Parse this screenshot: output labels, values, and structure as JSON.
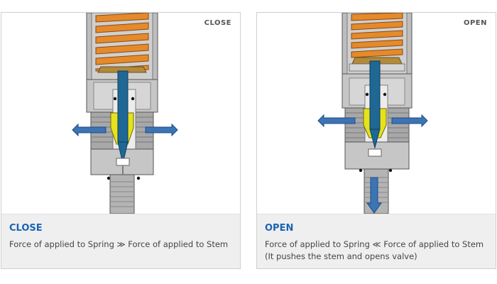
{
  "close_panel": {
    "tag": "CLOSE",
    "title": "CLOSE",
    "lines": [
      "Force of applied to Spring ≫ Force of applied to Stem"
    ]
  },
  "open_panel": {
    "tag": "OPEN",
    "title": "OPEN",
    "lines": [
      "Force of applied to Spring ≪ Force of applied to Stem",
      "(It pushes the stem and opens valve)"
    ]
  },
  "colors": {
    "spring": "#e58a2b",
    "stem": "#1f6896",
    "arrow": "#3c74b4",
    "seal": "#e6e21c",
    "body": "#c8c8c8",
    "caption_title": "#1b63b4"
  }
}
